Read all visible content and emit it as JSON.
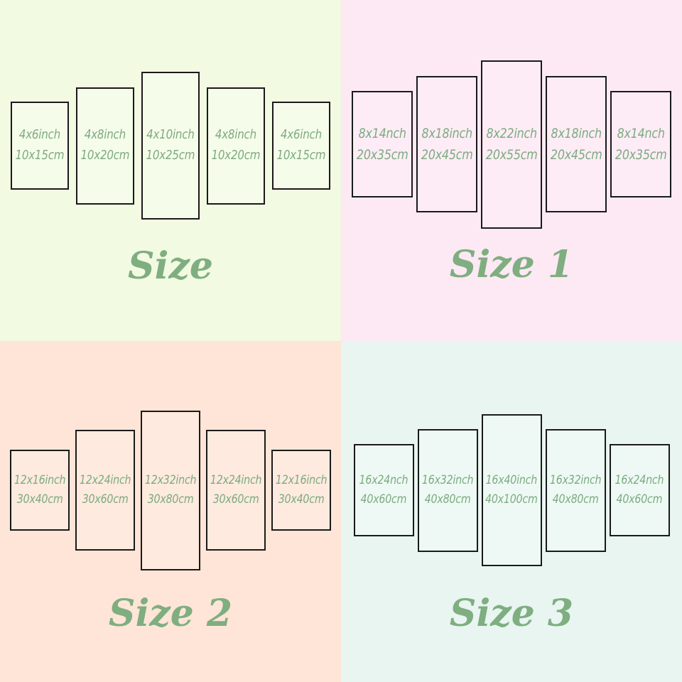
{
  "colors": {
    "panel_border": "#1a1a1a",
    "panel_text": "#7cab80",
    "title_text": "#7fae80"
  },
  "quadrants": [
    {
      "title": "Size",
      "bg": "#f2fae2",
      "panel_bg": "#f6fcea",
      "panels": [
        {
          "inch": "4x6inch",
          "cm": "10x15cm"
        },
        {
          "inch": "4x8inch",
          "cm": "10x20cm"
        },
        {
          "inch": "4x10inch",
          "cm": "10x25cm"
        },
        {
          "inch": "4x8inch",
          "cm": "10x20cm"
        },
        {
          "inch": "4x6inch",
          "cm": "10x15cm"
        }
      ]
    },
    {
      "title": "Size 1",
      "bg": "#fce9f4",
      "panel_bg": "#fdecf6",
      "panels": [
        {
          "inch": "8x14nch",
          "cm": "20x35cm"
        },
        {
          "inch": "8x18inch",
          "cm": "20x45cm"
        },
        {
          "inch": "8x22inch",
          "cm": "20x55cm"
        },
        {
          "inch": "8x18inch",
          "cm": "20x45cm"
        },
        {
          "inch": "8x14nch",
          "cm": "20x35cm"
        }
      ]
    },
    {
      "title": "Size 2",
      "bg": "#fee5d7",
      "panel_bg": "#feeade",
      "panels": [
        {
          "inch": "12x16inch",
          "cm": "30x40cm"
        },
        {
          "inch": "12x24inch",
          "cm": "30x60cm"
        },
        {
          "inch": "12x32inch",
          "cm": "30x80cm"
        },
        {
          "inch": "12x24inch",
          "cm": "30x60cm"
        },
        {
          "inch": "12x16inch",
          "cm": "30x40cm"
        }
      ]
    },
    {
      "title": "Size 3",
      "bg": "#e8f5f1",
      "panel_bg": "#eef9f5",
      "panels": [
        {
          "inch": "16x24nch",
          "cm": "40x60cm"
        },
        {
          "inch": "16x32inch",
          "cm": "40x80cm"
        },
        {
          "inch": "16x40inch",
          "cm": "40x100cm"
        },
        {
          "inch": "16x32inch",
          "cm": "40x80cm"
        },
        {
          "inch": "16x24nch",
          "cm": "40x60cm"
        }
      ]
    }
  ]
}
